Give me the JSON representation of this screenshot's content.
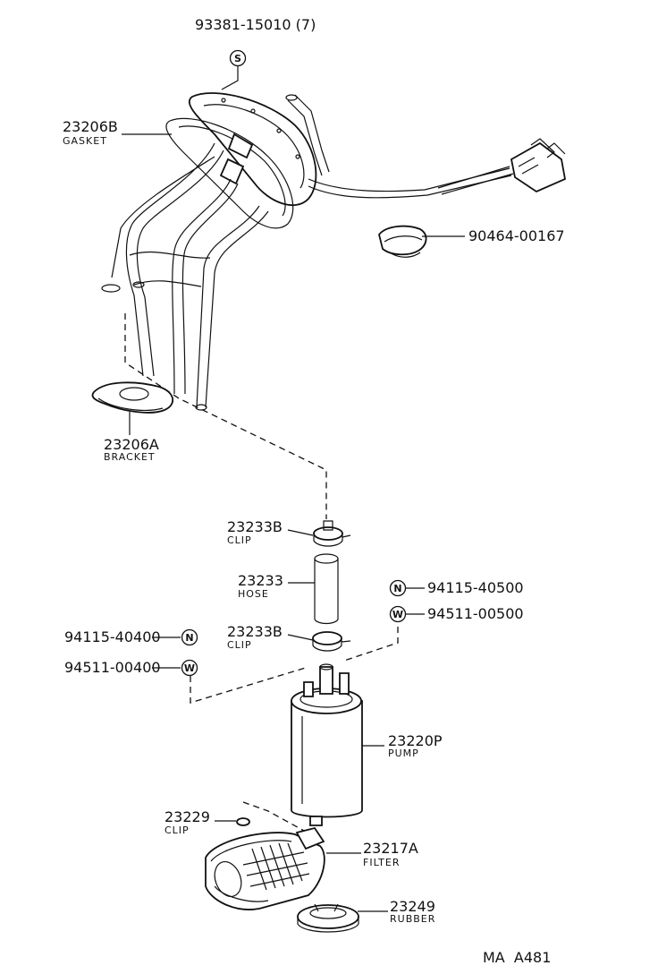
{
  "parts": [
    {
      "id": "p1",
      "number": "93381-15010 (7)",
      "symbol": "S"
    },
    {
      "id": "p2",
      "number": "23206B",
      "name": "GASKET"
    },
    {
      "id": "p3",
      "number": "90464-00167"
    },
    {
      "id": "p4",
      "number": "23206A",
      "name": "BRACKET"
    },
    {
      "id": "p5",
      "number": "23233B",
      "name": "CLIP"
    },
    {
      "id": "p6",
      "number": "23233",
      "name": "HOSE"
    },
    {
      "id": "p7",
      "number": "94115-40500",
      "symbol": "N"
    },
    {
      "id": "p8",
      "number": "94511-00500",
      "symbol": "W"
    },
    {
      "id": "p9",
      "number": "23233B",
      "name": "CLIP"
    },
    {
      "id": "p10",
      "number": "94115-40400",
      "symbol": "N"
    },
    {
      "id": "p11",
      "number": "94511-00400",
      "symbol": "W"
    },
    {
      "id": "p12",
      "number": "23220P",
      "name": "PUMP"
    },
    {
      "id": "p13",
      "number": "23229",
      "name": "CLIP"
    },
    {
      "id": "p14",
      "number": "23217A",
      "name": "FILTER"
    },
    {
      "id": "p15",
      "number": "23249",
      "name": "RUBBER"
    }
  ],
  "figure_code": "MA  A481"
}
